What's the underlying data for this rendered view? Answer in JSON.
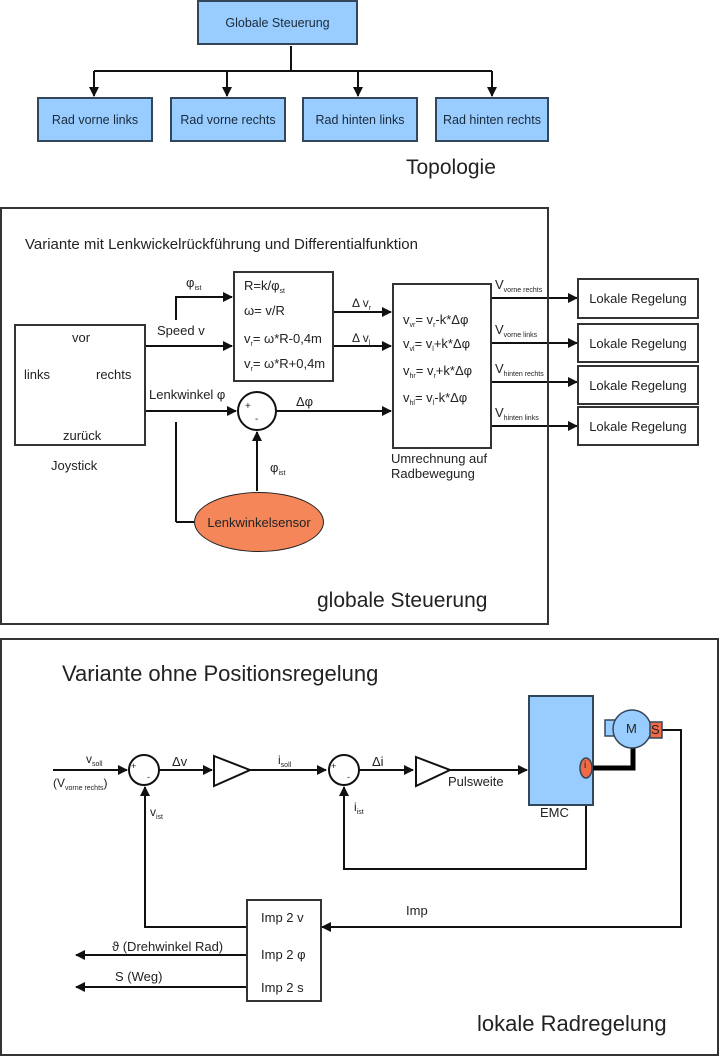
{
  "topology": {
    "root": "Globale Steuerung",
    "children": [
      "Rad vorne links",
      "Rad vorne rechts",
      "Rad hinten links",
      "Rad hinten rechts"
    ],
    "caption": "Topologie",
    "colors": {
      "box_fill": "#99ccff"
    }
  },
  "global_control": {
    "title": "Variante mit Lenkwickelrückführung und Differentialfunktion",
    "caption": "globale Steuerung",
    "joystick": {
      "label": "Joystick",
      "up": "vor",
      "down": "zurück",
      "left": "links",
      "right": "rechts"
    },
    "signals": {
      "speed": "Speed v",
      "steering": "Lenkwinkel φ",
      "phi_ist_top": {
        "base": "φ",
        "sub": "ist"
      },
      "phi_ist_sensor": {
        "base": "φ",
        "sub": "ist"
      },
      "delta_phi": "Δφ",
      "delta_vr": {
        "base": "Δ v",
        "sub": "r"
      },
      "delta_vl": {
        "base": "Δ v",
        "sub": "l"
      }
    },
    "calc_block": {
      "lines": [
        {
          "text": "R=k/φ",
          "sub": "st",
          "rest": ""
        },
        {
          "text": "ω= v/R",
          "sub": "",
          "rest": ""
        },
        {
          "text": "v",
          "sub": "r",
          "rest": "= ω*R-0,4m"
        },
        {
          "text": "v",
          "sub": "r",
          "rest": "= ω*R+0,4m"
        }
      ]
    },
    "summing_junction": {
      "plus": "+",
      "minus": "-"
    },
    "sensor": {
      "label": "Lenkwinkelsensor",
      "color": "#f4865a"
    },
    "wheel_block": {
      "label_line1": "Umrechnung auf",
      "label_line2": "Radbewegung",
      "lines": [
        {
          "a": "v",
          "asub": "vr",
          "b": "= v",
          "bsub": "r",
          "c": "-k*Δφ"
        },
        {
          "a": "v",
          "asub": "vl",
          "b": "= v",
          "bsub": "l",
          "c": "+k*Δφ"
        },
        {
          "a": "v",
          "asub": "hr",
          "b": "= v",
          "bsub": "r",
          "c": "+k*Δφ"
        },
        {
          "a": "v",
          "asub": "hl",
          "b": "= v",
          "bsub": "l",
          "c": "-k*Δφ"
        }
      ]
    },
    "outputs": [
      {
        "base": "V",
        "sub": "vorne rechts",
        "target": "Lokale Regelung"
      },
      {
        "base": "V",
        "sub": "vorne links",
        "target": "Lokale Regelung"
      },
      {
        "base": "V",
        "sub": "hinten rechts",
        "target": "Lokale Regelung"
      },
      {
        "base": "V",
        "sub": "hinten links",
        "target": "Lokale Regelung"
      }
    ]
  },
  "local_control": {
    "title": "Variante ohne Positionsregelung",
    "caption": "lokale Radregelung",
    "input": {
      "base": "v",
      "sub": "soll",
      "alt_base": "(V",
      "alt_sub": "vorne rechts",
      "alt_end": ")"
    },
    "v_ist": {
      "base": "v",
      "sub": "ist"
    },
    "delta_v": "Δv",
    "i_soll": {
      "base": "i",
      "sub": "soll"
    },
    "delta_i": "Δi",
    "i_ist": {
      "base": "i",
      "sub": "ist"
    },
    "pulse": "Pulsweite",
    "emc": {
      "label": "EMC",
      "color": "#99ccff",
      "current_sensor": "i",
      "sensor_color": "#f06a45"
    },
    "motor": {
      "label": "M",
      "encoder": "S",
      "color": "#99ccff",
      "encoder_color": "#f06a45"
    },
    "imp_signal": "Imp",
    "imp_block": [
      "Imp 2 v",
      "Imp 2 φ",
      "Imp 2 s"
    ],
    "outputs": [
      "ϑ (Drehwinkel Rad)",
      "S (Weg)"
    ],
    "plus": "+",
    "minus": "-"
  }
}
